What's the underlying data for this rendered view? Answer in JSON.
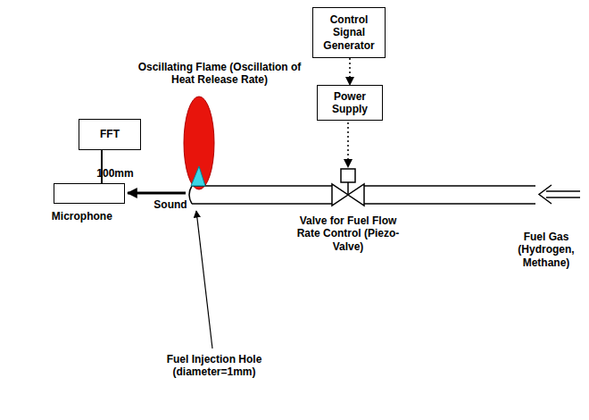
{
  "diagram": {
    "nodes": [
      {
        "text": [
          "Control Signal Generator"
        ]
      },
      {
        "text": [
          "FFT"
        ]
      },
      {
        "text": [
          "Power Supply"
        ]
      },
      {
        "text": [
          "Microphone"
        ]
      }
    ],
    "edges": [
      {
        "from": 0,
        "to": 2,
        "arrow": "to"
      },
      {
        "from": 1,
        "to": 3,
        "arrow": "none"
      }
    ],
    "labels": [
      "Oscillating Flame (Oscillation of Heat Release Rate)",
      "100mm",
      "Sound",
      "Valve for Fuel Flow Rate Control (Piezo-Valve)",
      "Fuel Gas (Hydrogen, Methane)",
      "Fuel Injection Hole (diameter=1mm)"
    ]
  }
}
